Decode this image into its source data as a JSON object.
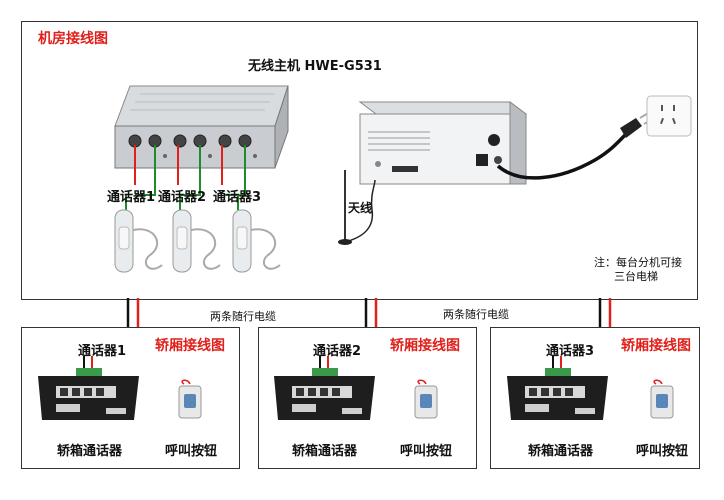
{
  "machine_room": {
    "title": "机房接线图",
    "host_name": "无线主机 HWE-G531",
    "antenna_label": "天线",
    "phones": [
      "通话器1",
      "通话器2",
      "通话器3"
    ],
    "note_line1": "注：每台分机可接",
    "note_line2": "三台电梯"
  },
  "cable_labels": [
    "两条随行电缆",
    "两条随行电缆"
  ],
  "cars": [
    {
      "title": "轿厢接线图",
      "phone_label": "通话器1",
      "device_label": "轿箱通话器",
      "button_label": "呼叫按钮"
    },
    {
      "title": "轿厢接线图",
      "phone_label": "通话器2",
      "device_label": "轿箱通话器",
      "button_label": "呼叫按钮"
    },
    {
      "title": "轿厢接线图",
      "phone_label": "通话器3",
      "device_label": "轿箱通话器",
      "button_label": "呼叫按钮"
    }
  ],
  "colors": {
    "title_red": "#e0201b",
    "wire_red": "#e0201b",
    "wire_green": "#1e8c2c",
    "wire_black": "#111111"
  }
}
